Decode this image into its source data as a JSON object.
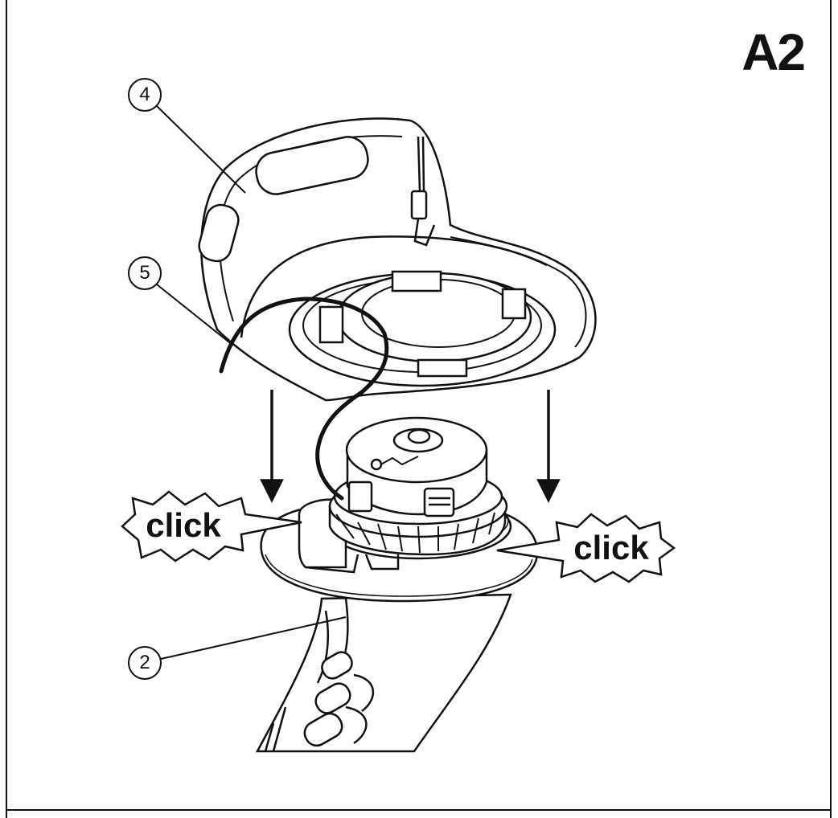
{
  "panel": {
    "label": "A2"
  },
  "callouts": [
    {
      "number": "4",
      "part": "4"
    },
    {
      "number": "5",
      "part": "5"
    },
    {
      "number": "2",
      "part": "2"
    }
  ],
  "actions": {
    "left_click": "click",
    "right_click": "click"
  },
  "colors": {
    "line": "#111111",
    "background": "#ffffff"
  }
}
